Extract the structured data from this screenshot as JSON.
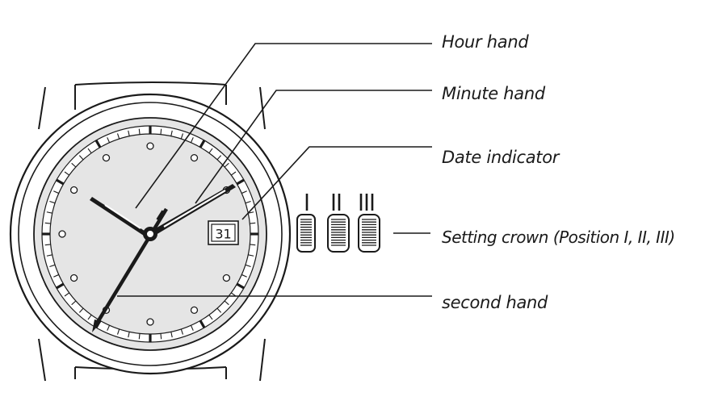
{
  "labels": {
    "hour_hand": "Hour hand",
    "minute_hand": "Minute hand",
    "date_indicator": "Date indicator",
    "setting_crown": "Setting crown (Position I, II, III)",
    "second_hand": "second hand"
  },
  "date_window": {
    "value": "31"
  },
  "crown_positions": [
    "I",
    "II",
    "III"
  ],
  "colors": {
    "line": "#1a1a1a",
    "dial": "#e5e5e5",
    "background": "#ffffff"
  }
}
